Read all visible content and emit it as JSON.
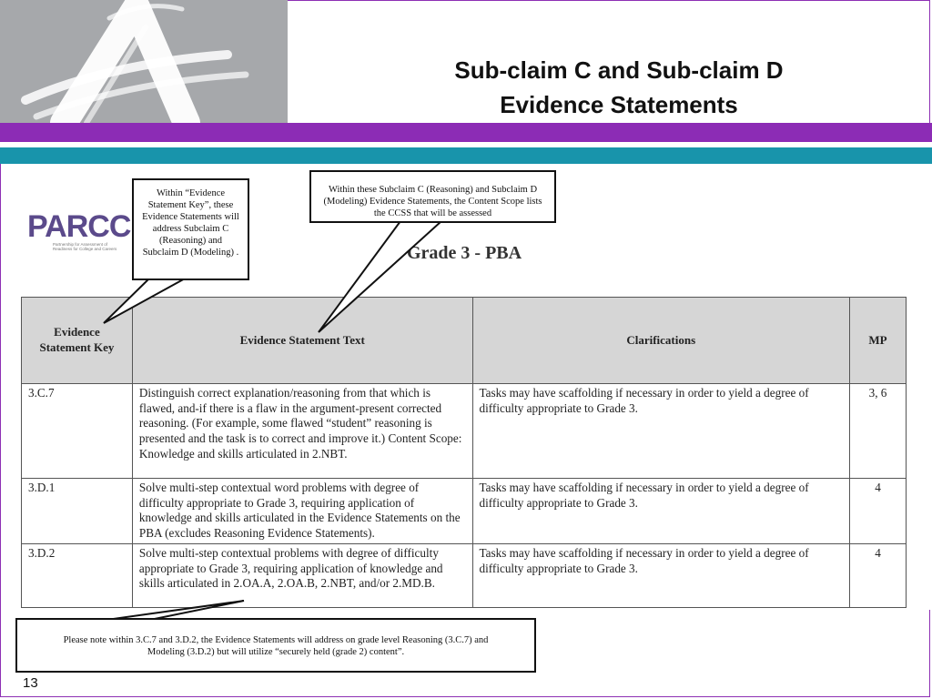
{
  "slide": {
    "title_line1": "Sub-claim C and Sub-claim D",
    "title_line2": "Evidence Statements",
    "page_number": "13"
  },
  "document": {
    "logo_text": "PARCC",
    "logo_tagline": "Partnership for Assessment of Readiness for College and Careers",
    "grade_heading": "Grade 3 - PBA",
    "table": {
      "headers": [
        "Evidence Statement Key",
        "Evidence Statement Text",
        "Clarifications",
        "MP"
      ],
      "rows": [
        {
          "key": "3.C.7",
          "text": "Distinguish correct explanation/reasoning from that which is flawed, and-if there is a flaw in the argument-present corrected reasoning. (For example, some flawed “student” reasoning is presented and the task is to correct and improve it.) Content Scope: Knowledge and skills articulated in 2.NBT.",
          "clarification": "Tasks may have scaffolding if necessary in order to yield a degree of difficulty appropriate to Grade 3.",
          "mp": "3, 6"
        },
        {
          "key": "3.D.1",
          "text": "Solve multi-step contextual word problems with degree of difficulty appropriate to Grade 3, requiring application of knowledge and skills articulated in the Evidence Statements on the PBA (excludes Reasoning Evidence Statements).",
          "clarification": "Tasks may have scaffolding if necessary in order to yield a degree of difficulty appropriate to Grade 3.",
          "mp": "4"
        },
        {
          "key": "3.D.2",
          "text": "Solve multi-step contextual problems with degree of difficulty appropriate to Grade 3, requiring application of knowledge and skills articulated in 2.OA.A, 2.OA.B, 2.NBT, and/or 2.MD.B.",
          "clarification": "Tasks may have scaffolding if necessary in order to yield a degree of difficulty appropriate to Grade 3.",
          "mp": "4"
        }
      ]
    }
  },
  "callouts": {
    "key_callout": "Within “Evidence Statement Key”, these Evidence Statements will address Subclaim C (Reasoning) and Subclaim D (Modeling) .",
    "scope_callout": "Within these Subclaim C (Reasoning) and Subclaim D (Modeling) Evidence Statements,  the Content Scope lists the CCSS that will be assessed",
    "note_callout": "Please note within 3.C.7 and 3.D.2, the Evidence Statements will address on grade level  Reasoning (3.C.7) and Modeling (3.D.2) but will utilize “securely held (grade 2) content”."
  },
  "colors": {
    "purple_band": "#8c2cb5",
    "teal_band": "#1894ab",
    "logo_gray": "#a6a8ab",
    "header_gray": "#d6d6d6"
  },
  "icons": [
    "brand-a-logo-icon",
    "parcc-logo-icon"
  ]
}
